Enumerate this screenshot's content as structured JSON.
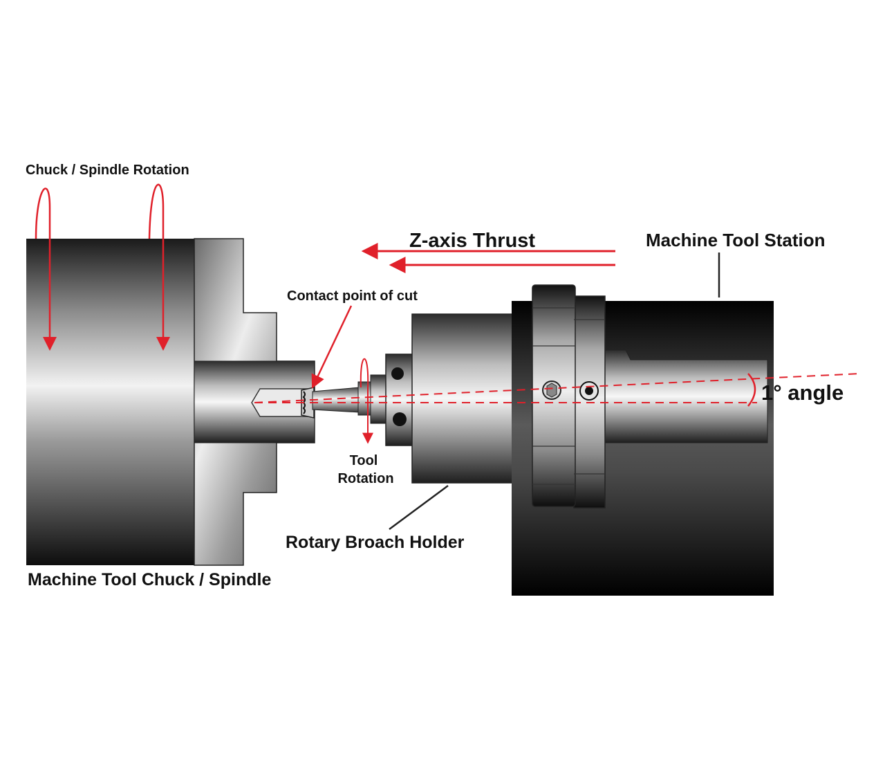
{
  "labels": {
    "chuck_rotation": "Chuck / Spindle Rotation",
    "z_axis_thrust": "Z-axis Thrust",
    "machine_tool_station": "Machine Tool Station",
    "contact_point": "Contact point of cut",
    "angle": "1° angle",
    "tool_rotation_line1": "Tool",
    "tool_rotation_line2": "Rotation",
    "rotary_broach_holder": "Rotary Broach Holder",
    "machine_tool_chuck": "Machine Tool Chuck / Spindle"
  },
  "colors": {
    "arrow_red": "#e0202a",
    "leader_black": "#222222"
  }
}
